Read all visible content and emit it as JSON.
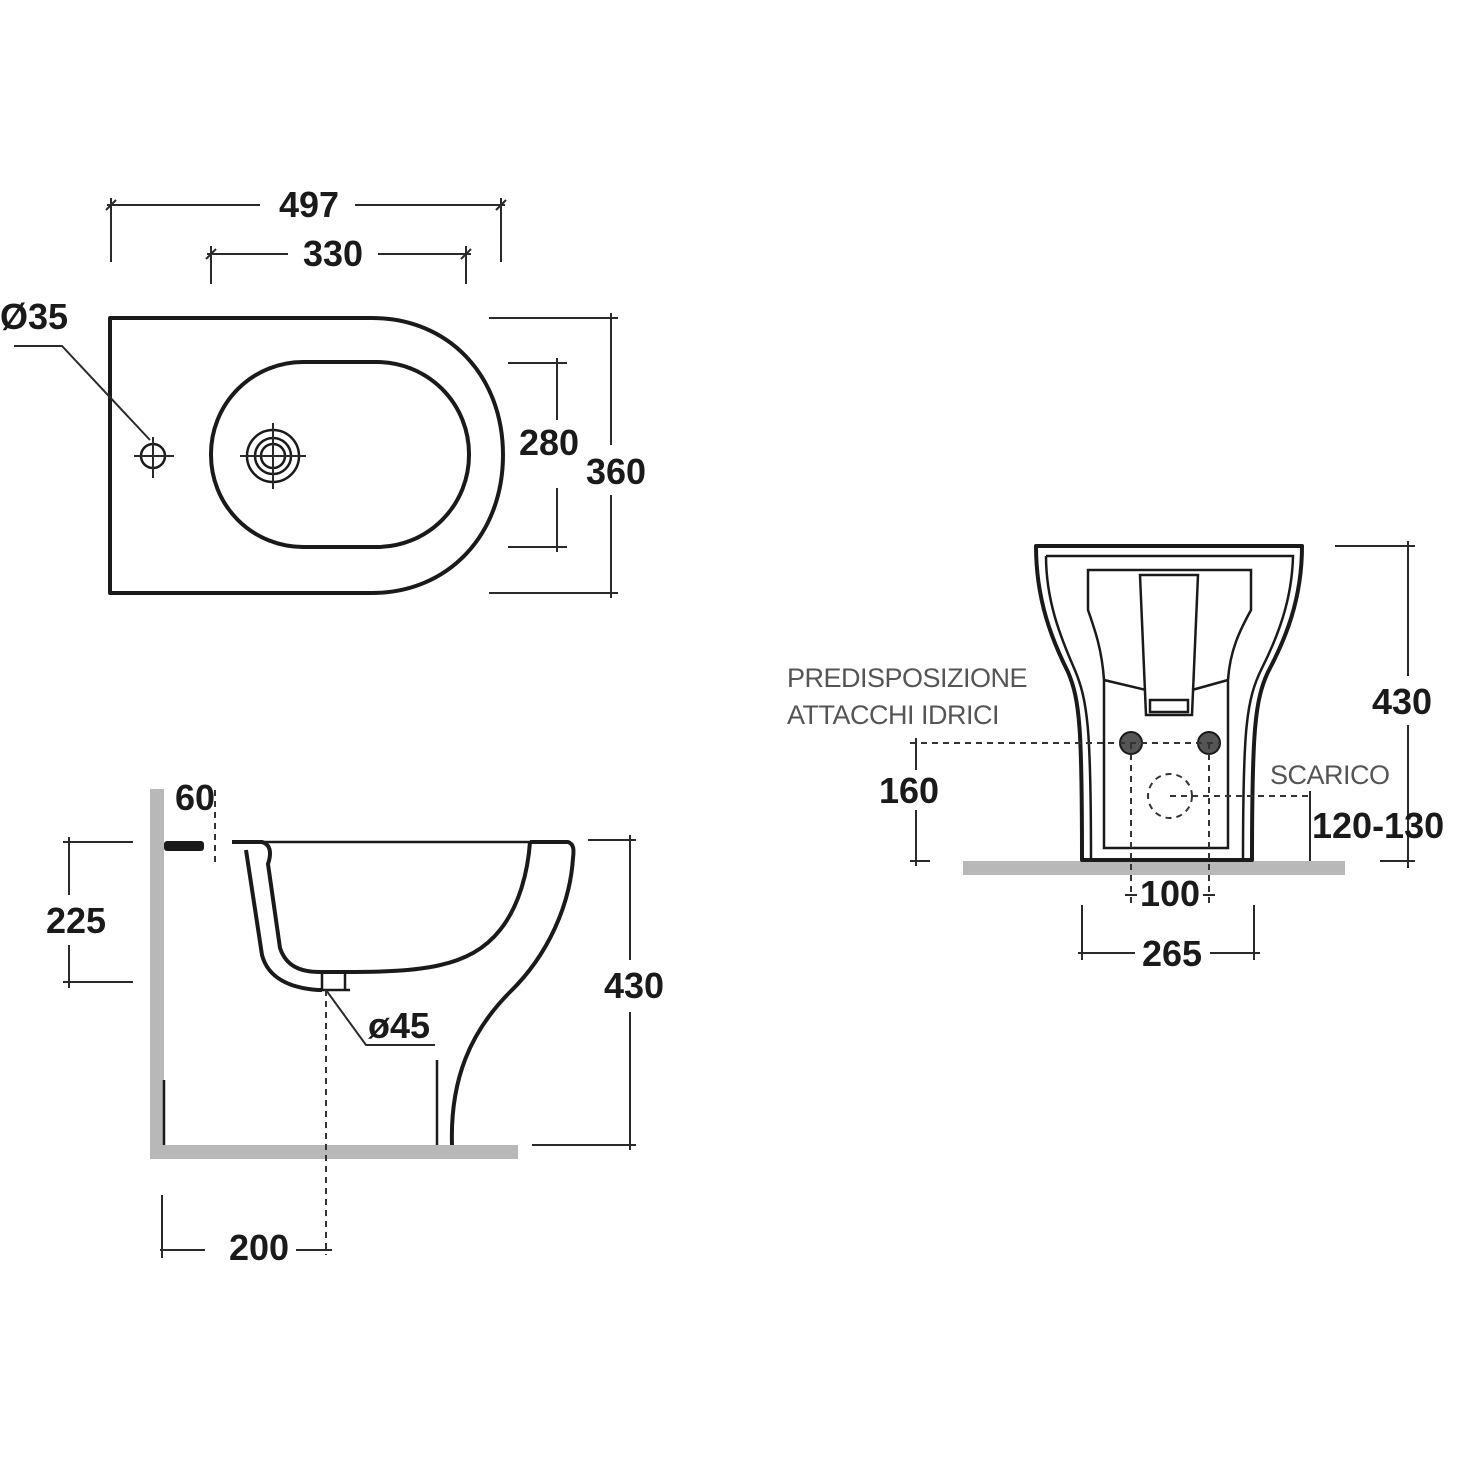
{
  "plan_view": {
    "width_overall": "497",
    "width_bowl": "330",
    "tap_hole": "Ø35",
    "bowl_depth": "280",
    "depth_overall": "360"
  },
  "side_view": {
    "rim_offset": "60",
    "inlet_height": "225",
    "drain_diameter": "ø45",
    "height": "430",
    "drain_distance": "200"
  },
  "rear_view": {
    "water_label_line1": "PREDISPOSIZIONE",
    "water_label_line2": "ATTACCHI IDRICI",
    "water_height": "160",
    "height": "430",
    "drain_label": "SCARICO",
    "drain_height": "120-130",
    "water_spacing": "100",
    "base_width": "265"
  }
}
